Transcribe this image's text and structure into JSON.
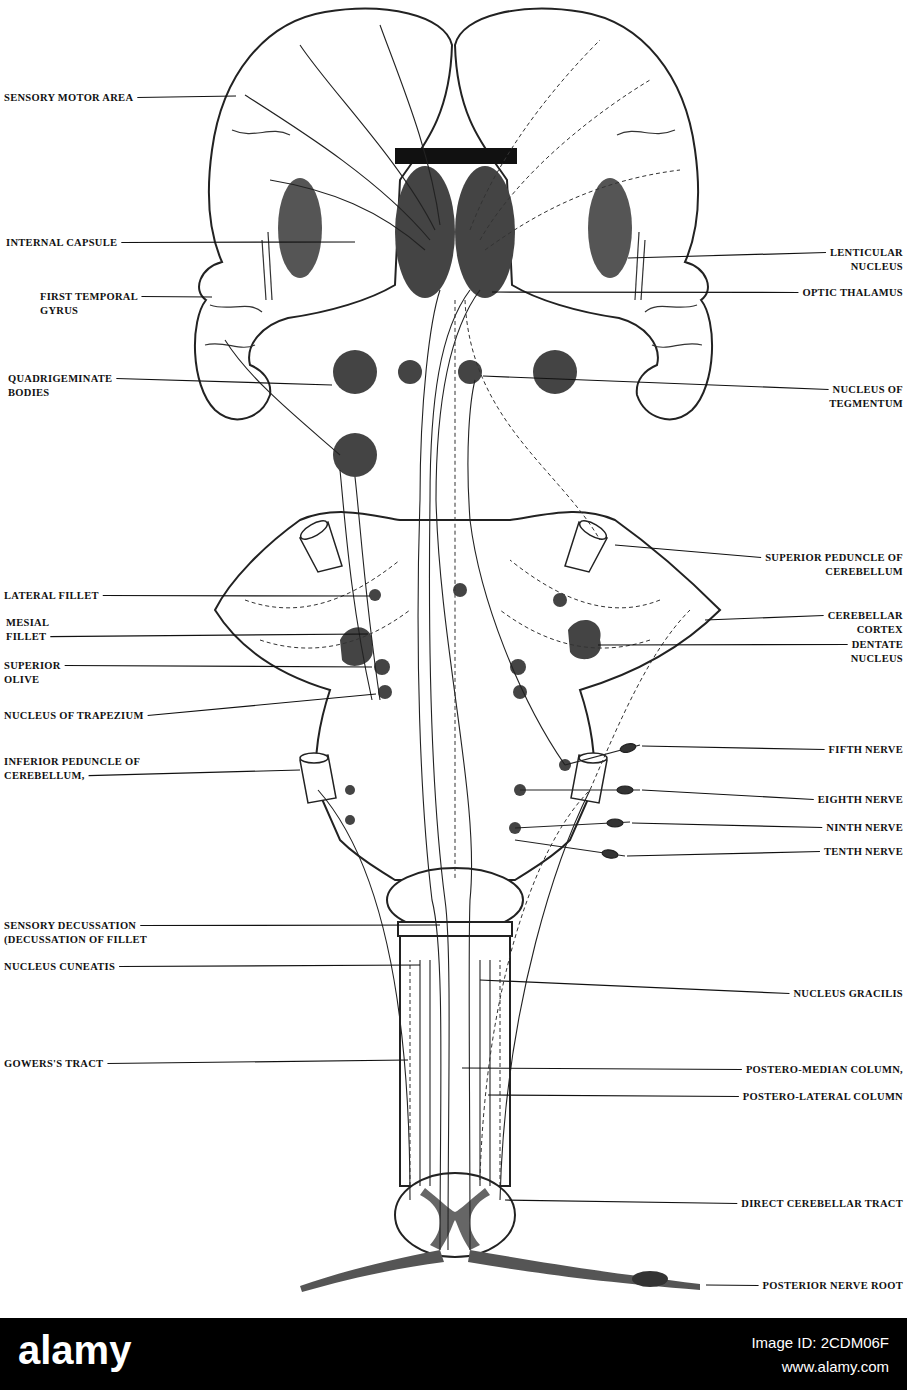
{
  "diagram": {
    "labels": [
      "SENSORY MOTOR AREA",
      "INTERNAL CAPSULE",
      "FIRST TEMPORAL GYRUS",
      "QUADRIGEMINATE BODIES",
      "LATERAL FILLET",
      "MESIAL FILLET",
      "SUPERIOR OLIVE",
      "NUCLEUS OF TRAPEZIUM",
      "INFERIOR PEDUNCLE OF CEREBELLUM,",
      "SENSORY DECUSSATION (DECUSSATION OF FILLET",
      "NUCLEUS CUNEATIS",
      "GOWERS'S TRACT",
      "LENTICULAR NUCLEUS",
      "OPTIC THALAMUS",
      "NUCLEUS OF TEGMENTUM",
      "SUPERIOR PEDUNCLE OF CEREBELLUM",
      "CEREBELLAR CORTEX",
      "DENTATE NUCLEUS",
      "FIFTH NERVE",
      "EIGHTH NERVE",
      "NINTH NERVE",
      "TENTH NERVE",
      "NUCLEUS GRACILIS",
      "POSTERO-MEDIAN COLUMN,",
      "POSTERO-LATERAL COLUMN",
      "DIRECT CEREBELLAR TRACT",
      "POSTERIOR NERVE ROOT",
      "alamy",
      "Image ID: 2CDM06F",
      "www.alamy.com"
    ]
  }
}
